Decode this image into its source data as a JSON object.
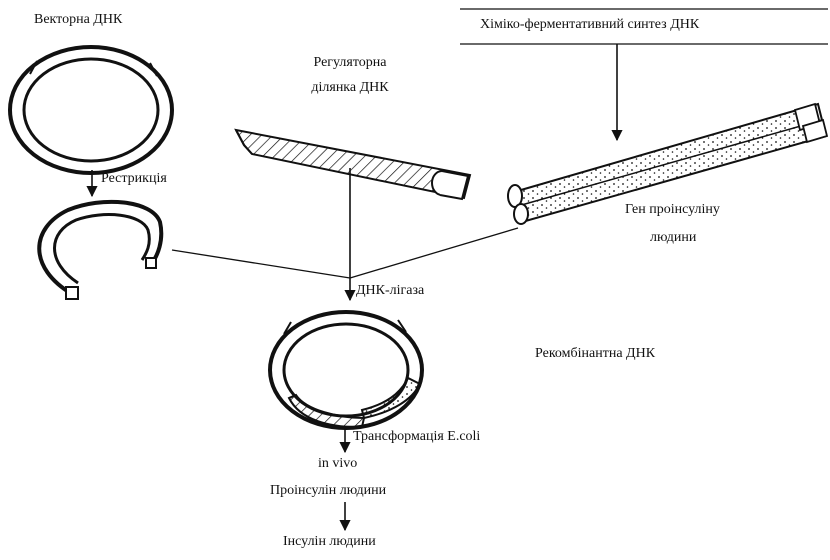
{
  "labels": {
    "vector_dna": "Векторна ДНК",
    "restriction": "Рестрикція",
    "regulatory_line1": "Регуляторна",
    "regulatory_line2": "ділянка ДНК",
    "chemical_synthesis": "Хіміко-ферментативний  синтез ДНК",
    "gene_line1": "Ген проінсуліну",
    "gene_line2": "людини",
    "ligase": "ДНК-лігаза",
    "recombinant": "Рекомбінантна ДНК",
    "transformation": "Трансформація E.coli",
    "in_vivo": "in vivo",
    "proinsulin": "Проінсулін людини",
    "insulin": "Інсулін людини"
  },
  "colors": {
    "ink": "#111111",
    "paper": "#ffffff"
  }
}
